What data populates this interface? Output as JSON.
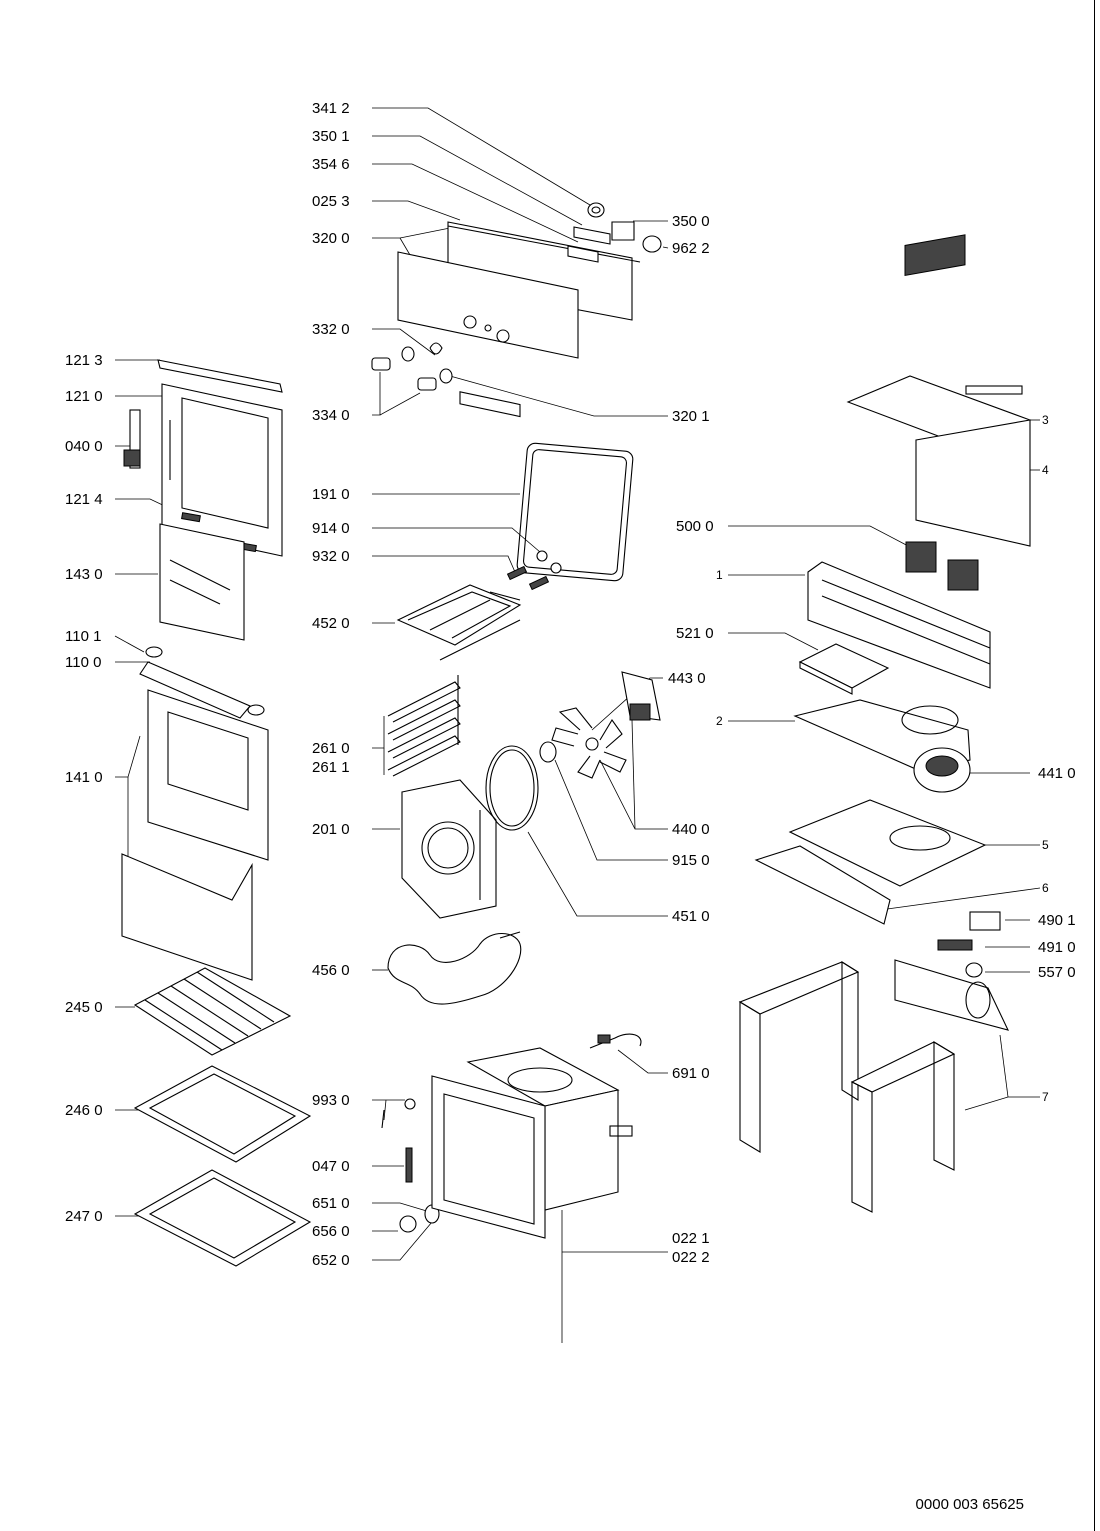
{
  "diagram": {
    "callouts": [
      {
        "id": "c3412",
        "text": "341 2"
      },
      {
        "id": "c3501",
        "text": "350 1"
      },
      {
        "id": "c3546",
        "text": "354 6"
      },
      {
        "id": "c0253",
        "text": "025 3"
      },
      {
        "id": "c3200",
        "text": "320 0"
      },
      {
        "id": "c3500",
        "text": "350 0"
      },
      {
        "id": "c9622",
        "text": "962 2"
      },
      {
        "id": "c3320",
        "text": "332 0"
      },
      {
        "id": "c3340",
        "text": "334 0"
      },
      {
        "id": "c3201",
        "text": "320 1"
      },
      {
        "id": "c1213",
        "text": "121 3"
      },
      {
        "id": "c1210",
        "text": "121 0"
      },
      {
        "id": "c0400",
        "text": "040 0"
      },
      {
        "id": "c1214",
        "text": "121 4"
      },
      {
        "id": "c1430",
        "text": "143 0"
      },
      {
        "id": "c1910",
        "text": "191 0"
      },
      {
        "id": "c9140",
        "text": "914 0"
      },
      {
        "id": "c9320",
        "text": "932 0"
      },
      {
        "id": "c4520",
        "text": "452 0"
      },
      {
        "id": "c1101",
        "text": "110 1"
      },
      {
        "id": "c1100",
        "text": "110 0"
      },
      {
        "id": "c1410",
        "text": "141 0"
      },
      {
        "id": "c2610",
        "text": "261 0"
      },
      {
        "id": "c2611",
        "text": "261 1"
      },
      {
        "id": "c2010",
        "text": "201 0"
      },
      {
        "id": "c4430",
        "text": "443 0"
      },
      {
        "id": "c4400",
        "text": "440 0"
      },
      {
        "id": "c9150",
        "text": "915 0"
      },
      {
        "id": "c4510",
        "text": "451 0"
      },
      {
        "id": "c4560",
        "text": "456 0"
      },
      {
        "id": "c2450",
        "text": "245 0"
      },
      {
        "id": "c2460",
        "text": "246 0"
      },
      {
        "id": "c2470",
        "text": "247 0"
      },
      {
        "id": "c9930",
        "text": "993 0"
      },
      {
        "id": "c0470",
        "text": "047 0"
      },
      {
        "id": "c6510",
        "text": "651 0"
      },
      {
        "id": "c6560",
        "text": "656 0"
      },
      {
        "id": "c6520",
        "text": "652 0"
      },
      {
        "id": "c6910",
        "text": "691 0"
      },
      {
        "id": "c0221",
        "text": "022 1"
      },
      {
        "id": "c0222",
        "text": "022 2"
      },
      {
        "id": "c5000",
        "text": "500 0"
      },
      {
        "id": "c5210",
        "text": "521 0"
      },
      {
        "id": "c4410",
        "text": "441 0"
      },
      {
        "id": "c4901",
        "text": "490 1"
      },
      {
        "id": "c4910",
        "text": "491 0"
      },
      {
        "id": "c5570",
        "text": "557 0"
      },
      {
        "id": "c1",
        "text": "1"
      },
      {
        "id": "c2",
        "text": "2"
      },
      {
        "id": "c3",
        "text": "3"
      },
      {
        "id": "c4",
        "text": "4"
      },
      {
        "id": "c5",
        "text": "5"
      },
      {
        "id": "c6",
        "text": "6"
      },
      {
        "id": "c7",
        "text": "7"
      }
    ]
  },
  "footer": {
    "document_number": "0000 003 65625"
  }
}
